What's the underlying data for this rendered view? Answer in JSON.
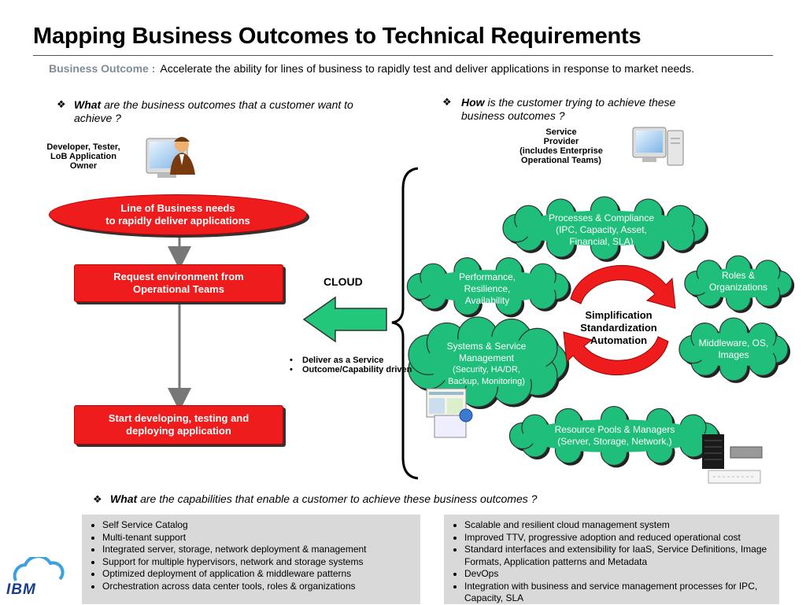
{
  "title": "Mapping Business Outcomes to Technical Requirements",
  "business_outcome": {
    "label": "Business Outcome :",
    "text": "Accelerate the ability for lines of business to rapidly test and deliver applications in response to market needs."
  },
  "questions": {
    "what_outcomes": {
      "lead": "What",
      "rest": " are the business outcomes that a customer want to achieve ?"
    },
    "how": {
      "lead": "How",
      "rest": " is the customer trying to achieve these business outcomes  ?"
    },
    "what_capabilities": {
      "lead": "What",
      "rest": " are the capabilities that enable a customer to achieve these business outcomes  ?"
    }
  },
  "roles": {
    "developer": [
      "Developer, Tester,",
      "LoB Application",
      "Owner"
    ],
    "service_provider": [
      "Service",
      "Provider",
      "(includes Enterprise",
      "Operational Teams)"
    ]
  },
  "flow": {
    "lob_needs": [
      "Line of Business needs",
      "to rapidly deliver applications"
    ],
    "request": [
      "Request environment from",
      "Operational Teams"
    ],
    "start": [
      "Start developing, testing and",
      "deploying application"
    ]
  },
  "cloud": {
    "label": "CLOUD",
    "bullets": [
      "Deliver as a Service",
      "Outcome/Capability driven"
    ]
  },
  "clouds": {
    "processes": [
      "Processes & Compliance",
      "(IPC, Capacity, Asset,",
      "Financial, SLA)"
    ],
    "performance": [
      "Performance,",
      "Resilience,",
      "Availability"
    ],
    "roles": [
      "Roles &",
      "Organizations"
    ],
    "systems": [
      "Systems & Service",
      "Management"
    ],
    "systems_sub": [
      "(Security, HA/DR,",
      "Backup, Monitoring)"
    ],
    "middleware": [
      "Middleware, OS,",
      "Images"
    ],
    "resource": [
      "Resource Pools & Managers",
      "(Server, Storage, Network,)"
    ]
  },
  "center_cycle": [
    "Simplification",
    "Standardization",
    "Automation"
  ],
  "capabilities_left": [
    "Self Service Catalog",
    "Multi-tenant support",
    "Integrated server, storage, network deployment & management",
    "Support for multiple hypervisors, network and storage systems",
    "Optimized deployment of application & middleware patterns",
    "Orchestration across data center tools, roles & organizations"
  ],
  "capabilities_right": [
    "Scalable and resilient cloud management system",
    "Improved TTV, progressive adoption and reduced operational cost",
    "Standard interfaces and extensibility for IaaS, Service Definitions, Image Formats, Application patterns and Metadata",
    "DevOps",
    "Integration with business and service management processes for IPC, Capacity, SLA"
  ],
  "logo": "IBM",
  "colors": {
    "red": "#ee1c1c",
    "cloud_green": "#1fbe7a",
    "arrow_green": "#22c77a",
    "label_gray": "#7f8c9a",
    "panel_gray": "#d9d9d9",
    "ibm_blue": "#1a3c8c"
  },
  "icons": [
    "developer-at-computer-icon",
    "computer-workstation-icon",
    "software-screens-icon",
    "server-rack-icon"
  ]
}
